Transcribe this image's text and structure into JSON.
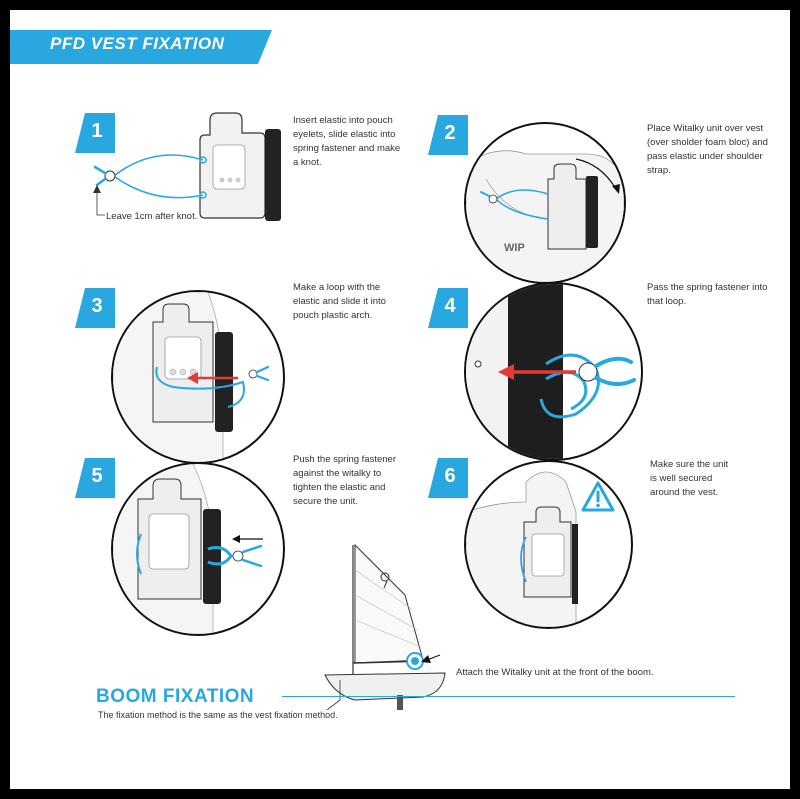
{
  "header": {
    "title": "PFD VEST FIXATION"
  },
  "steps": [
    {
      "number": "1",
      "text": "Insert elastic into pouch eyelets, slide elastic into spring fastener and make a knot."
    },
    {
      "number": "2",
      "text": "Place Witalky unit over vest (over sholder foam bloc) and pass elastic under  shoulder strap."
    },
    {
      "number": "3",
      "text": "Make a loop with the elastic and slide it into pouch plastic arch."
    },
    {
      "number": "4",
      "text": "Pass the spring fastener into that loop."
    },
    {
      "number": "5",
      "text": "Push the spring fastener against the witalky to tighten the elastic and secure the unit."
    },
    {
      "number": "6",
      "text": "Make sure the unit is well secured around the vest."
    }
  ],
  "notes": {
    "knot": "Leave 1cm after knot.",
    "vest_brand": "WIP",
    "boom_attach": "Attach the Witalky unit at the front of the boom."
  },
  "boom": {
    "title": "BOOM FIXATION",
    "subtitle": "The fixation method is the same as the vest fixation method."
  },
  "colors": {
    "accent": "#29a8e0",
    "arrow": "#e53935",
    "warning": "#29a8e0"
  },
  "icons": [
    "warning-icon",
    "arrow-left-icon",
    "arrow-up-icon",
    "curved-arrow-icon"
  ]
}
